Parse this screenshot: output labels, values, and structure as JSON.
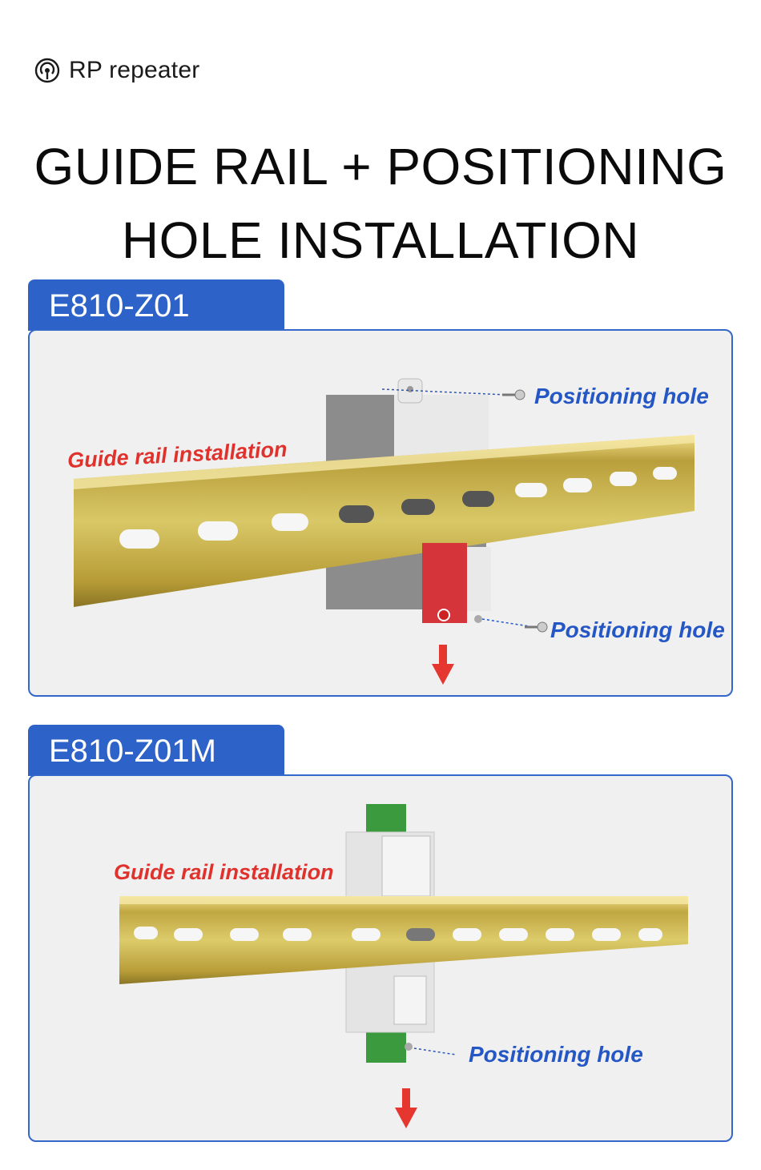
{
  "header": {
    "icon": "signal-icon",
    "text": "RP repeater"
  },
  "title": {
    "line1": "GUIDE RAIL + POSITIONING",
    "line2": "HOLE INSTALLATION"
  },
  "panels": [
    {
      "tab": "E810-Z01",
      "rail_label": "Guide rail installation",
      "top_hole_label": "Positioning hole",
      "bottom_hole_label": "Positioning hole"
    },
    {
      "tab": "E810-Z01M",
      "rail_label": "Guide rail installation",
      "hole_label": "Positioning hole"
    }
  ],
  "colors": {
    "accent_blue": "#2d63c8",
    "label_blue": "#2457c5",
    "label_red": "#e0322d",
    "rail_gold": "#c9b64a",
    "arrow_red": "#e53630"
  }
}
